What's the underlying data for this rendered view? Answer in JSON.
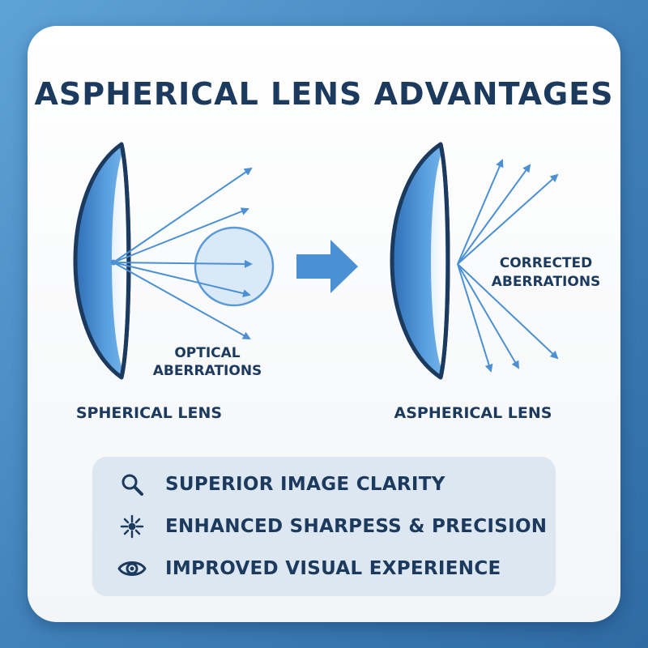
{
  "title": "ASPHERICAL LENS ADVANTAGES",
  "left_panel": {
    "label": "SPHERICAL LENS",
    "annotation_line1": "OPTICAL",
    "annotation_line2": "ABERRATIONS"
  },
  "right_panel": {
    "label": "ASPHERICAL LENS",
    "annotation_line1": "CORRECTED",
    "annotation_line2": "ABERRATIONS"
  },
  "features": [
    {
      "icon": "magnifier-icon",
      "label": "SUPERIOR IMAGE CLARITY"
    },
    {
      "icon": "sparkle-icon",
      "label": "ENHANCED SHARPESS & PRECISION"
    },
    {
      "icon": "eye-icon",
      "label": "IMPROVED VISUAL EXPERIENCE"
    }
  ],
  "colors": {
    "navy": "#1c3a5e",
    "accent_blue": "#4a90d2",
    "light_blue": "#cfe3f5",
    "panel_bg": "#dde7f1"
  }
}
